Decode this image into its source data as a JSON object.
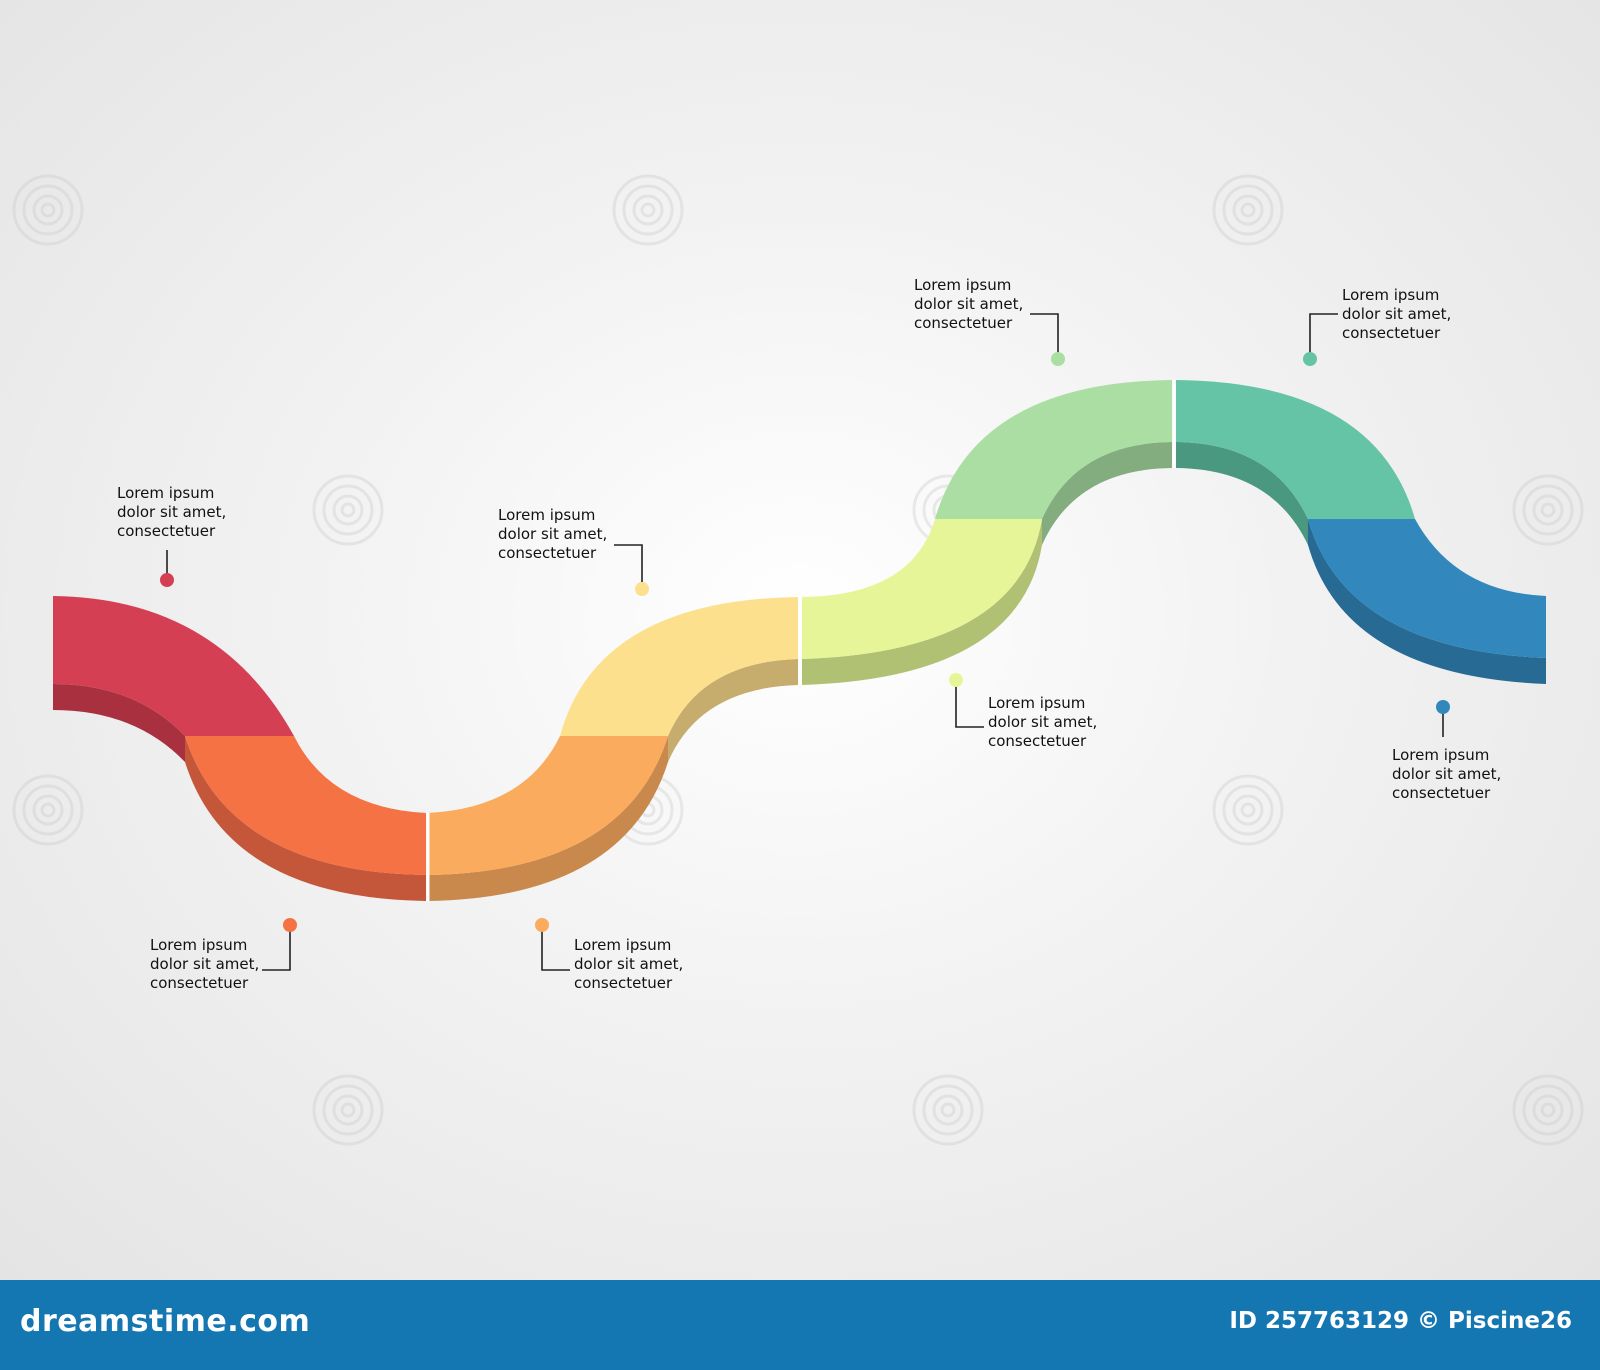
{
  "steps": [
    {
      "color": "#d43f53",
      "side": "#a8303f",
      "text": [
        "Lorem ipsum",
        "dolor sit amet,",
        "consectetuer"
      ]
    },
    {
      "color": "#f47244",
      "side": "#c4563a",
      "text": [
        "Lorem ipsum",
        "dolor sit amet,",
        "consectetuer"
      ]
    },
    {
      "color": "#fbab5e",
      "side": "#c9894c",
      "text": [
        "Lorem ipsum",
        "dolor sit amet,",
        "consectetuer"
      ]
    },
    {
      "color": "#fde08e",
      "side": "#c6ad6e",
      "text": [
        "Lorem ipsum",
        "dolor sit amet,",
        "consectetuer"
      ]
    },
    {
      "color": "#e6f597",
      "side": "#b1c173",
      "text": [
        "Lorem ipsum",
        "dolor sit amet,",
        "consectetuer"
      ]
    },
    {
      "color": "#aadea3",
      "side": "#83ad7f",
      "text": [
        "Lorem ipsum",
        "dolor sit amet,",
        "consectetuer"
      ]
    },
    {
      "color": "#65c4a5",
      "side": "#4b9880",
      "text": [
        "Lorem ipsum",
        "dolor sit amet,",
        "consectetuer"
      ]
    },
    {
      "color": "#3288bd",
      "side": "#276a93",
      "text": [
        "Lorem ipsum",
        "dolor sit amet,",
        "consectetuer"
      ]
    }
  ],
  "watermark": "dreamstime",
  "footer": {
    "brand": "dreamstime.com",
    "credit": "ID 257763129 © Piscine26"
  }
}
